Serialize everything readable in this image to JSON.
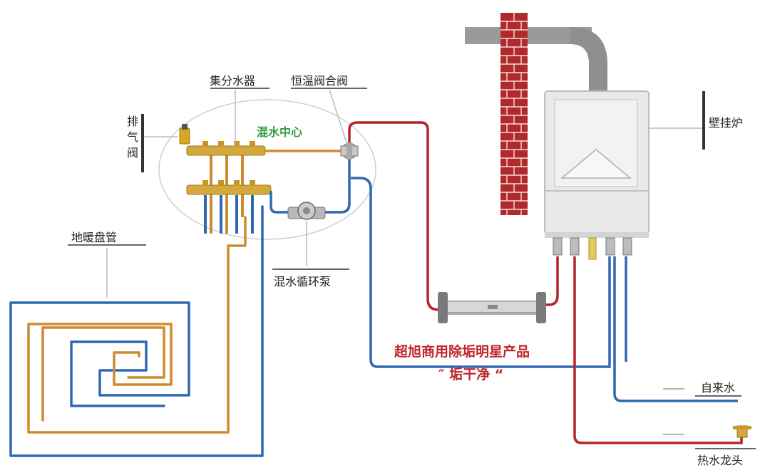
{
  "labels": {
    "manifold": "集分水器",
    "mixing_valve": "恒温阀合阀",
    "mixing_center": "混水中心",
    "air_vent": "排气阀",
    "boiler": "壁挂炉",
    "floor_coil": "地暖盘管",
    "pump": "混水循环泵",
    "tap_water": "自来水",
    "hot_faucet": "热水龙头",
    "product_line1": "超旭商用除垢明星产品",
    "product_line2": "″ 垢干净 “"
  },
  "colors": {
    "hot_pipe": "#b3242a",
    "cold_pipe": "#2f68b4",
    "floor_pipe": "#cf8a2e",
    "chimney": "#b02a2a",
    "boiler_body": "#e9e9e9",
    "label_green": "#2e9a3c",
    "label_red": "#c0262d",
    "brass": "#d4a83a"
  },
  "icons": {
    "air_vent": "air-vent-icon",
    "faucet": "faucet-icon",
    "descaler": "descaler-device-icon"
  }
}
